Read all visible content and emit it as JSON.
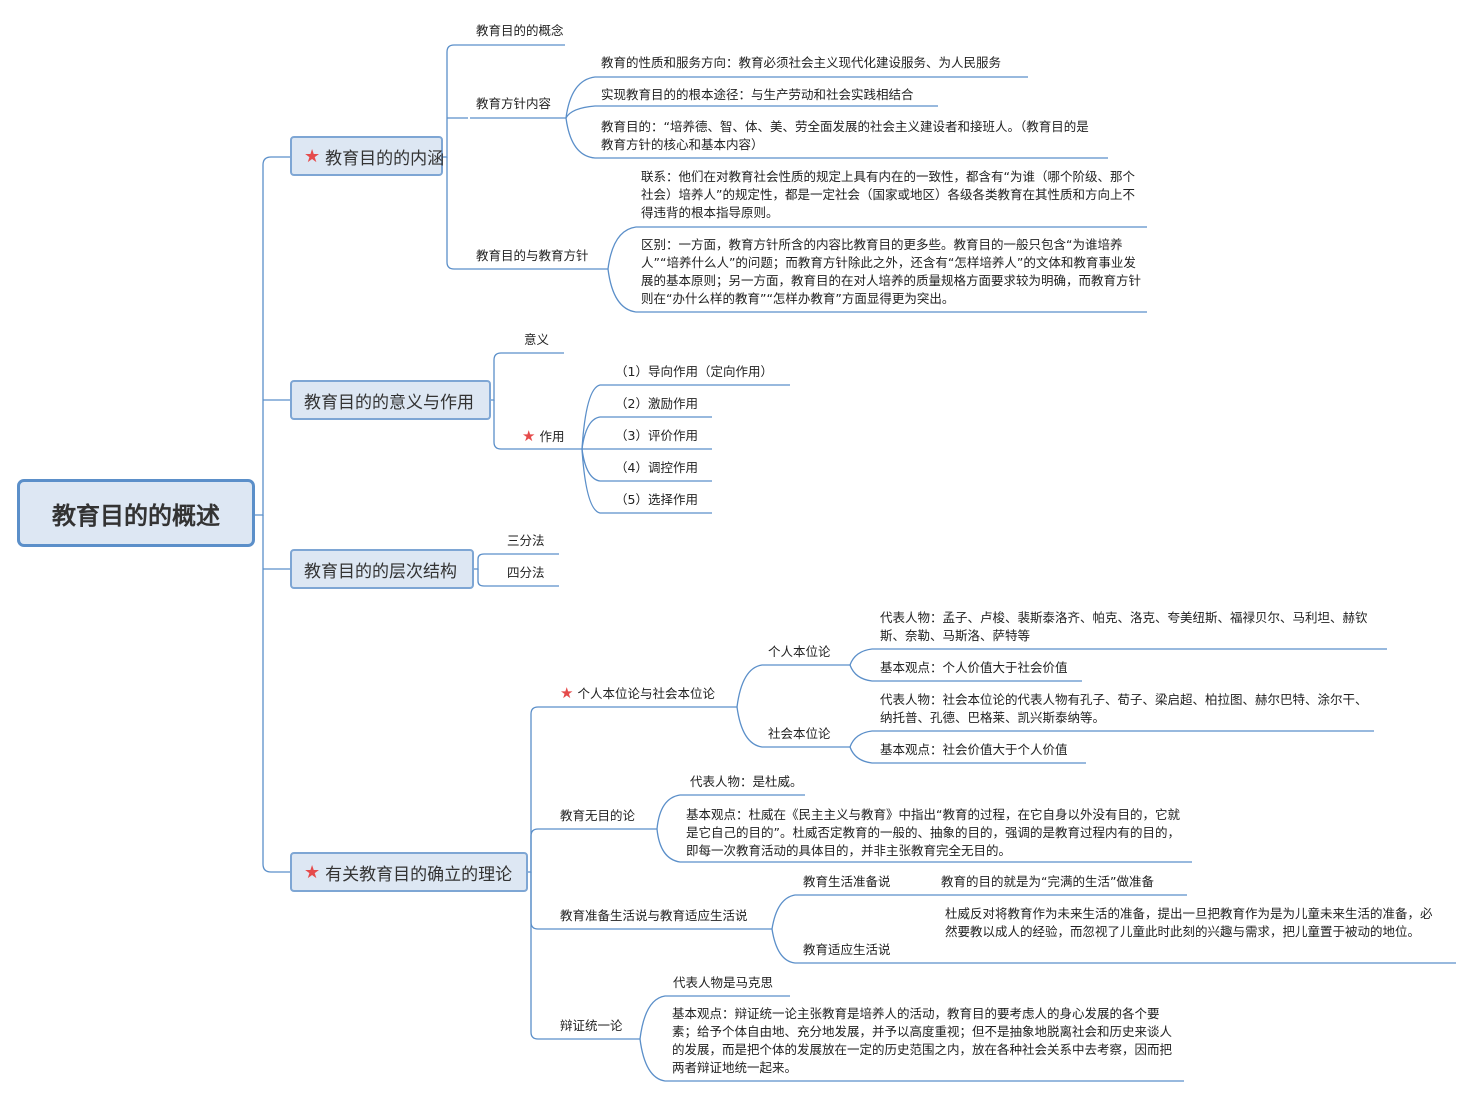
{
  "root": "教育目的的概述",
  "branches": {
    "b1": {
      "label": "教育目的的内涵",
      "concept": "教育目的的概念",
      "policy": {
        "label": "教育方针内容",
        "items": [
          "教育的性质和服务方向：教育必须社会主义现代化建设服务、为人民服务",
          "实现教育目的的根本途径：与生产劳动和社会实践相结合",
          "教育目的：“培养德、智、体、美、劳全面发展的社会主义建设者和接班人。（教育目的是教育方针的核心和基本内容）"
        ]
      },
      "relation": {
        "label": "教育目的与教育方针",
        "items": [
          "联系：他们在对教育社会性质的规定上具有内在的一致性，都含有“为谁（哪个阶级、那个社会）培养人”的规定性，都是一定社会（国家或地区）各级各类教育在其性质和方向上不得违背的根本指导原则。",
          "区别：一方面，教育方针所含的内容比教育目的更多些。教育目的一般只包含“为谁培养人”“培养什么人”的问题；而教育方针除此之外，还含有“怎样培养人”的文体和教育事业发展的基本原则；另一方面，教育目的在对人培养的质量规格方面要求较为明确，而教育方针则在“办什么样的教育”“怎样办教育”方面显得更为突出。"
        ]
      }
    },
    "b2": {
      "label": "教育目的的意义与作用",
      "meaning": "意义",
      "function": {
        "label": "作用",
        "items": [
          "（1）导向作用（定向作用）",
          "（2）激励作用",
          "（3）评价作用",
          "（4）调控作用",
          "（5）选择作用"
        ]
      }
    },
    "b3": {
      "label": "教育目的的层次结构",
      "items": [
        "三分法",
        "四分法"
      ]
    },
    "b4": {
      "label": "有关教育目的确立的理论",
      "t1": {
        "label": "个人本位论与社会本位论",
        "individual": {
          "label": "个人本位论",
          "items": [
            "代表人物：孟子、卢梭、裴斯泰洛齐、帕克、洛克、夸美纽斯、福禄贝尔、马利坦、赫钦斯、奈勒、马斯洛、萨特等",
            "基本观点：个人价值大于社会价值"
          ]
        },
        "social": {
          "label": "社会本位论",
          "items": [
            "代表人物：社会本位论的代表人物有孔子、荀子、梁启超、柏拉图、赫尔巴特、涂尔干、纳托普、孔德、巴格莱、凯兴斯泰纳等。",
            "基本观点：社会价值大于个人价值"
          ]
        }
      },
      "t2": {
        "label": "教育无目的论",
        "items": [
          "代表人物：是杜威。",
          "基本观点：杜威在《民主主义与教育》中指出“教育的过程，在它自身以外没有目的，它就是它自己的目的”。杜威否定教育的一般的、抽象的目的，强调的是教育过程内有的目的，即每一次教育活动的具体目的，并非主张教育完全无目的。"
        ]
      },
      "t3": {
        "label": "教育准备生活说与教育适应生活说",
        "prep": {
          "label": "教育生活准备说",
          "item": "教育的目的就是为“完满的生活”做准备"
        },
        "adapt": {
          "label": "教育适应生活说",
          "item": "杜威反对将教育作为未来生活的准备，提出一旦把教育作为是为儿童未来生活的准备，必然要教以成人的经验，而忽视了儿童此时此刻的兴趣与需求，把儿童置于被动的地位。"
        }
      },
      "t4": {
        "label": "辩证统一论",
        "items": [
          "代表人物是马克思",
          "基本观点：辩证统一论主张教育是培养人的活动，教育目的要考虑人的身心发展的各个要素；给予个体自由地、充分地发展，并予以高度重视；但不是抽象地脱离社会和历史来谈人的发展，而是把个体的发展放在一定的历史范围之内，放在各种社会关系中去考察，因而把两者辩证地统一起来。"
        ]
      }
    }
  },
  "colors": {
    "line": "#5b8fc9",
    "node_fill": "#dde7f3",
    "node_border": "#7ea6d4",
    "star": "#e54b4b"
  }
}
